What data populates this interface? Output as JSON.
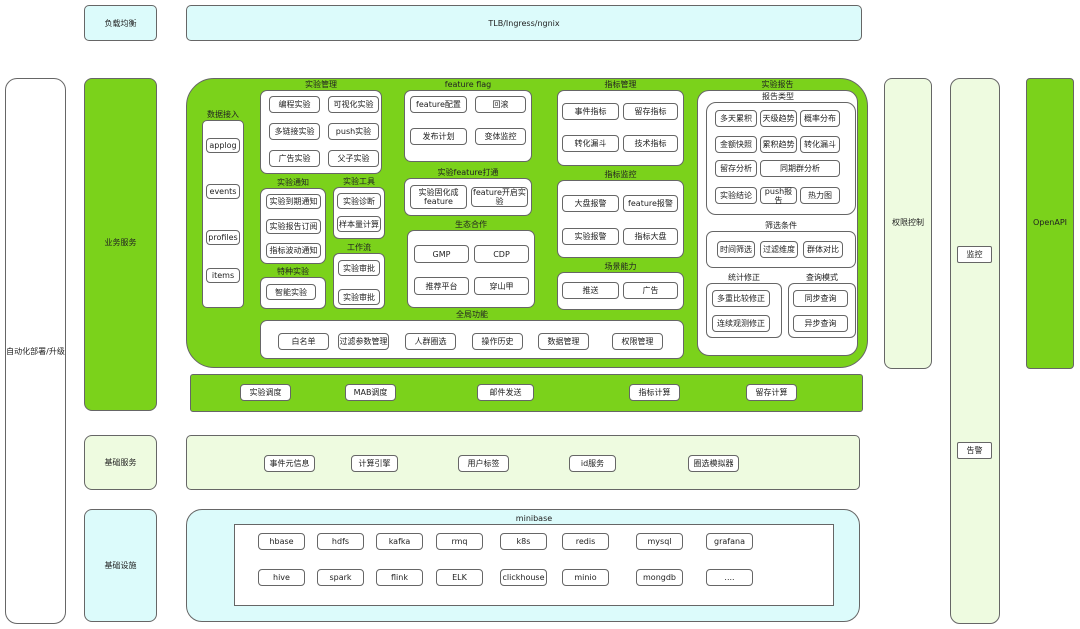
{
  "colors": {
    "green": "#7bd21b",
    "cyan": "#dcfbfb",
    "light_green": "#eefbe0",
    "white": "#ffffff"
  },
  "left_labels": {
    "load_balance": "负载均衡",
    "auto_deploy": "自动化部署/升级",
    "business": "业务服务",
    "basic_service": "基础服务",
    "infrastructure": "基础设施"
  },
  "tlb": "TLB/Ingress/ngnix",
  "right": {
    "permission": "权限控制",
    "monitor": "监控",
    "alert": "告警",
    "openapi": "OpenAPI"
  },
  "data_access": {
    "title": "数据接入",
    "items": [
      "applog",
      "events",
      "profiles",
      "items"
    ]
  },
  "exp_manage": {
    "title": "实验管理",
    "items": [
      "编程实验",
      "可视化实验",
      "多链接实验",
      "push实验",
      "广告实验",
      "父子实验"
    ]
  },
  "exp_notify": {
    "title": "实验通知",
    "items": [
      "实验到期通知",
      "实验报告订阅",
      "指标波动通知"
    ]
  },
  "exp_tools": {
    "title": "实验工具",
    "items": [
      "实验诊断",
      "样本量计算"
    ]
  },
  "workflow": {
    "title": "工作流",
    "items": [
      "实验审批",
      "实验审批"
    ]
  },
  "special_exp": {
    "title": "特种实验",
    "items": [
      "智能实验"
    ]
  },
  "feature_flag": {
    "title": "feature flag",
    "items": [
      "feature配置",
      "回滚",
      "发布计划",
      "变体监控"
    ]
  },
  "exp_feature": {
    "title": "实验feature打通",
    "items": [
      "实验固化成\nfeature",
      "feature开启实验"
    ]
  },
  "ecosystem": {
    "title": "生态合作",
    "items": [
      "GMP",
      "CDP",
      "推荐平台",
      "穿山甲"
    ]
  },
  "metric_manage": {
    "title": "指标管理",
    "items": [
      "事件指标",
      "留存指标",
      "转化漏斗",
      "技术指标"
    ]
  },
  "metric_monitor": {
    "title": "指标监控",
    "items": [
      "大盘报警",
      "feature报警",
      "实验报警",
      "指标大盘"
    ]
  },
  "scene": {
    "title": "场景能力",
    "items": [
      "推送",
      "广告"
    ]
  },
  "exp_report": {
    "title": "实验报告",
    "report_type_title": "报告类型",
    "report_types": [
      "多天累积",
      "天级趋势",
      "概率分布",
      "金额快照",
      "累积趋势",
      "转化漏斗",
      "留存分析",
      "同期群分析",
      "实验结论",
      "push报告",
      "热力图"
    ],
    "filter_title": "筛选条件",
    "filters": [
      "时间筛选",
      "过滤维度",
      "群体对比"
    ],
    "stats_title": "统计修正",
    "stats": [
      "多重比较修正",
      "连续观测修正"
    ],
    "query_title": "查询模式",
    "queries": [
      "同步查询",
      "异步查询"
    ]
  },
  "global": {
    "title": "全局功能",
    "items": [
      "白名单",
      "过滤参数管理",
      "人群圈选",
      "操作历史",
      "数据管理",
      "权限管理"
    ]
  },
  "scheduler": {
    "items": [
      "实验调度",
      "MAB调度",
      "邮件发送",
      "指标计算",
      "留存计算"
    ]
  },
  "basic_services": {
    "items": [
      "事件元信息",
      "计算引擎",
      "用户标签",
      "id服务",
      "圈选模拟器"
    ]
  },
  "minibase": {
    "title": "minibase",
    "row1": [
      "hbase",
      "hdfs",
      "kafka",
      "rmq",
      "k8s",
      "redis",
      "mysql",
      "grafana"
    ],
    "row2": [
      "hive",
      "spark",
      "flink",
      "ELK",
      "clickhouse",
      "minio",
      "mongdb",
      "...."
    ]
  }
}
